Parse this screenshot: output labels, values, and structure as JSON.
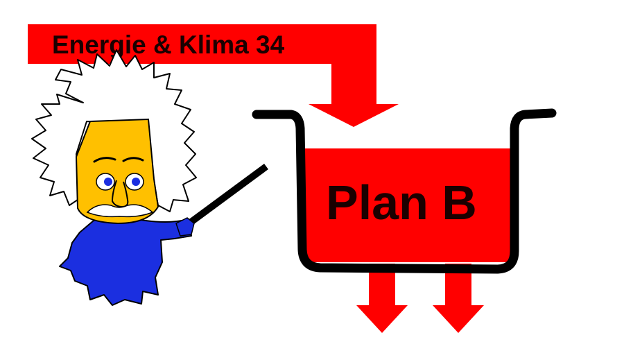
{
  "banner": {
    "title": "Energie & Klima 34",
    "color": "#ff0000"
  },
  "tank": {
    "label": "Plan B",
    "liquid_color": "#ff0000",
    "outline_color": "#000000"
  },
  "character": {
    "face_color": "#ffc000",
    "body_color": "#1b2fe0",
    "eye_color": "#1b2fe0",
    "pointer_color": "#000000"
  },
  "outflow": {
    "count": 2,
    "color": "#ff0000"
  }
}
